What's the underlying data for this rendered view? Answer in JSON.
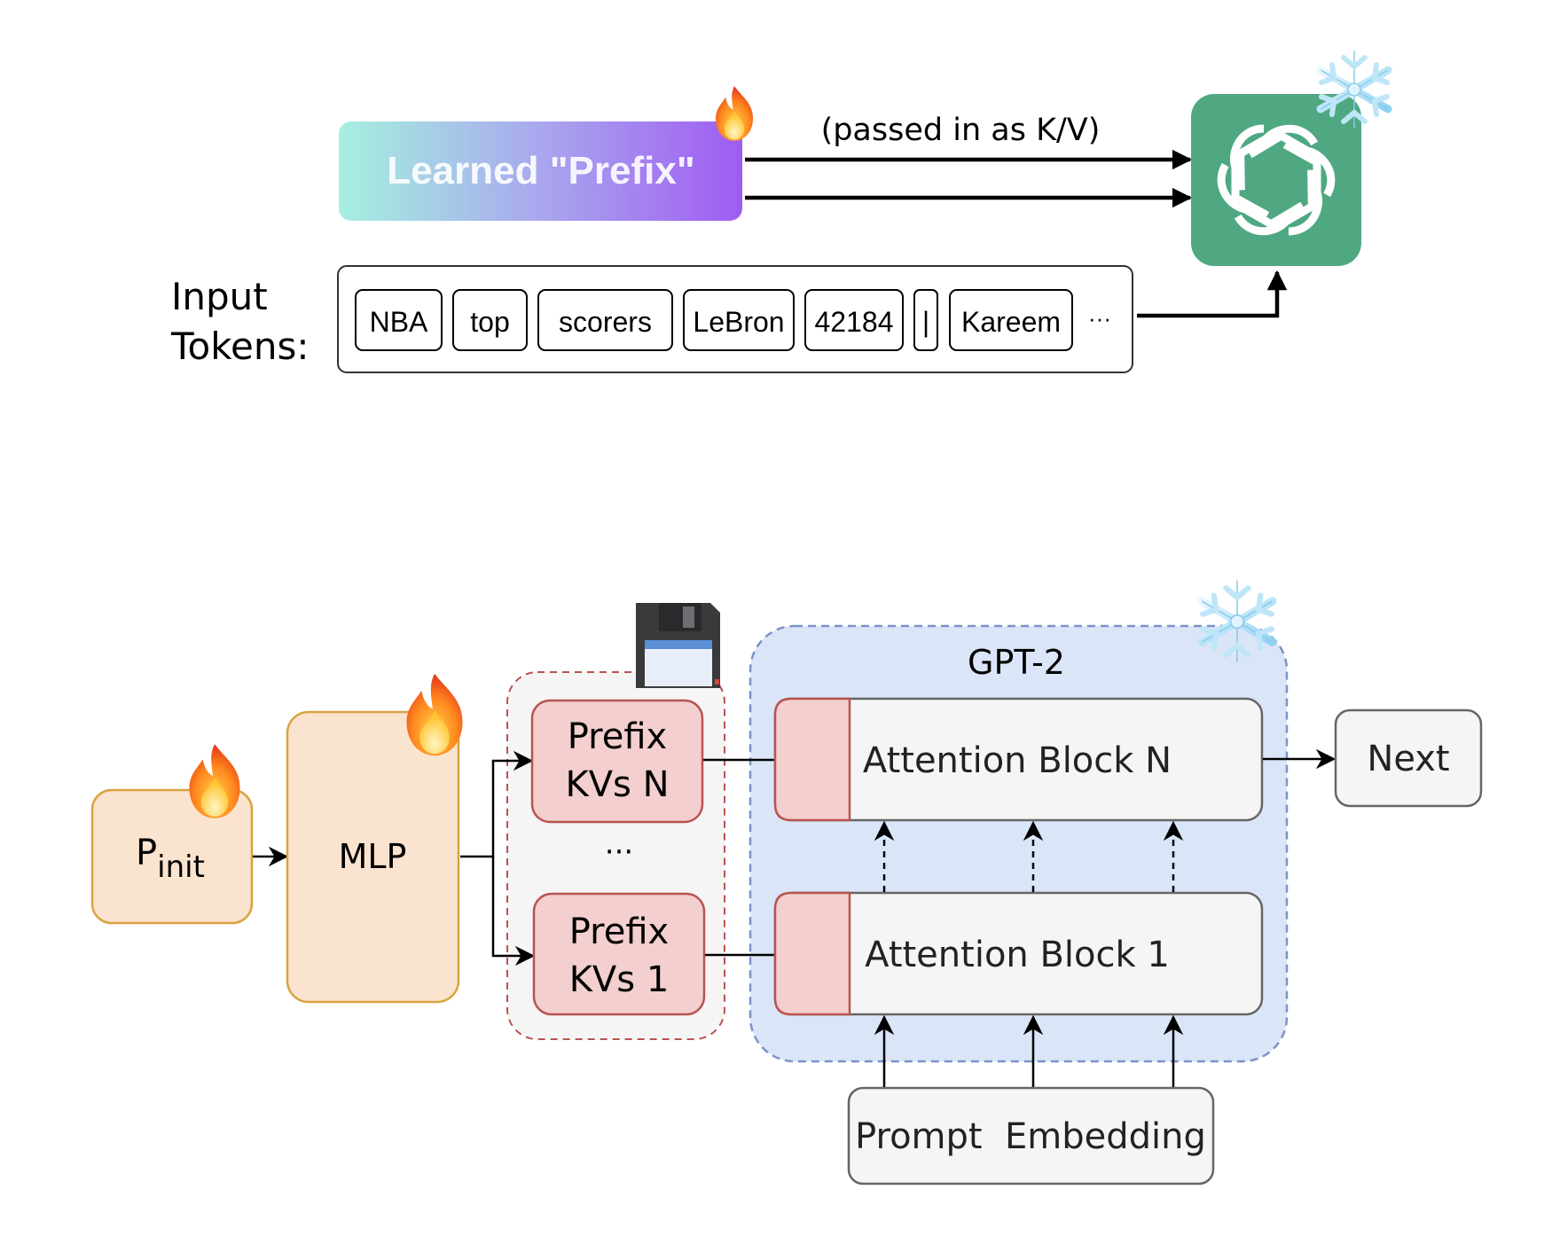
{
  "top": {
    "prefix_label": "Learned \"Prefix\"",
    "kv_note": "(passed in as K/V)",
    "input_label_line1": "Input",
    "input_label_line2": "Tokens:",
    "tokens": [
      "NBA",
      "top",
      "scorers",
      "LeBron",
      "42184",
      "|",
      "Kareem"
    ],
    "tokens_ellipsis": "···"
  },
  "bottom": {
    "p_init_main": "P",
    "p_init_sub": "init",
    "mlp": "MLP",
    "prefix_n_line1": "Prefix",
    "prefix_n_line2": "KVs N",
    "prefix_1_line1": "Prefix",
    "prefix_1_line2": "KVs 1",
    "prefix_ellipsis": "···",
    "gpt_title": "GPT-2",
    "attention_n": "Attention Block N",
    "attention_1": "Attention Block 1",
    "next": "Next",
    "prompt_embedding": "Prompt  Embedding"
  },
  "icons": [
    "fire-icon",
    "snowflake-icon",
    "openai-logo-icon",
    "floppy-disk-icon"
  ],
  "colors": {
    "gradient_start": "#a5f0e0",
    "gradient_end": "#9f5cf2",
    "openai_green": "#4fa881",
    "orange_fill": "#fbe4cf",
    "orange_stroke": "#d9a341",
    "red_fill": "#f3cfcf",
    "red_stroke": "#b85450",
    "blue_fill": "#dae6f8",
    "blue_stroke": "#7b93c7",
    "gray_fill": "#f5f5f5",
    "gray_stroke": "#666666"
  }
}
